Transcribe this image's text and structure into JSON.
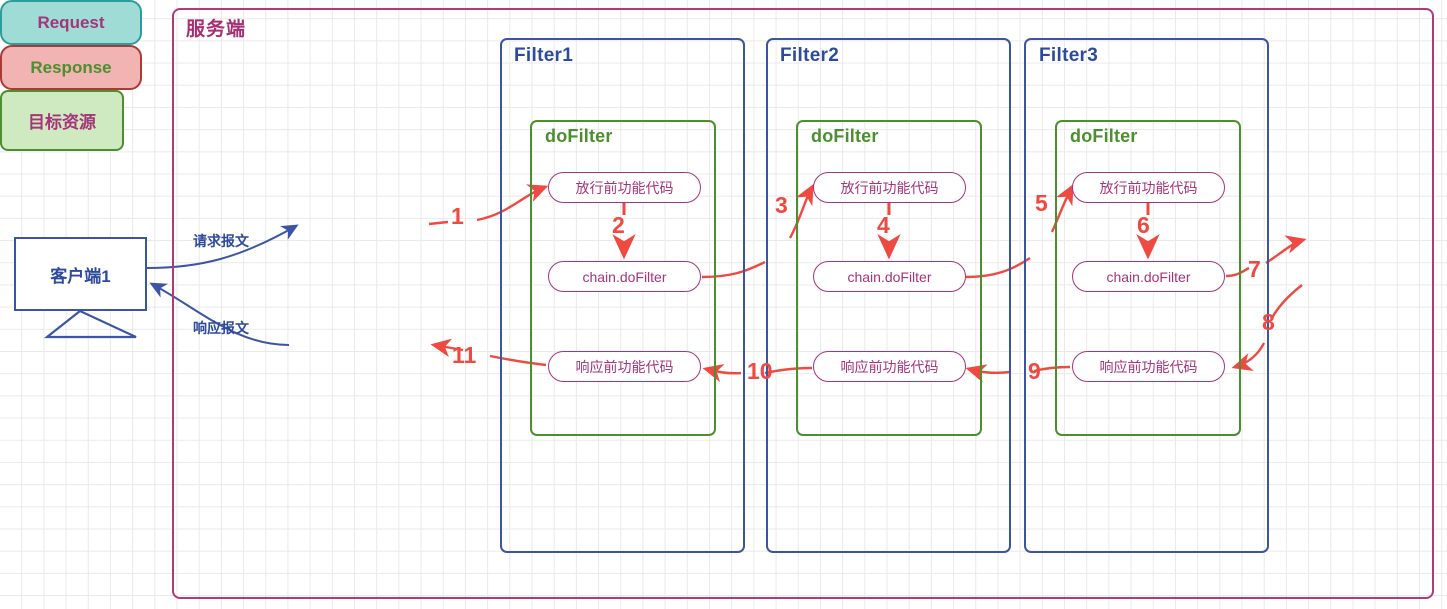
{
  "diagram": {
    "title": "Servlet Filter chain flow",
    "colors": {
      "grid": "#e9e9e9",
      "server_border": "#b03a7a",
      "filter_border": "#3b55a4",
      "dofilter_border": "#4b8f2e",
      "pill_border": "#a6347b",
      "step_number": "#ef4a42",
      "request_fill": "#9fdcd6",
      "request_border": "#2e9c9c",
      "response_fill": "#f2b4b2",
      "response_border": "#a83b36",
      "target_fill": "#cfeac0",
      "target_border": "#4b8f2e",
      "client_border": "#3b55a4",
      "edge_label": "#2e4b9b"
    }
  },
  "server": {
    "title": "服务端"
  },
  "client": {
    "label": "客户端1"
  },
  "messages": {
    "request_box": "Request",
    "response_box": "Response",
    "request_edge_label": "请求报文",
    "response_edge_label": "响应报文"
  },
  "target": {
    "label": "目标资源"
  },
  "filters": [
    {
      "title": "Filter1",
      "dofilter_title": "doFilter",
      "pre": "放行前功能代码",
      "chain": "chain.doFilter",
      "post": "响应前功能代码"
    },
    {
      "title": "Filter2",
      "dofilter_title": "doFilter",
      "pre": "放行前功能代码",
      "chain": "chain.doFilter",
      "post": "响应前功能代码"
    },
    {
      "title": "Filter3",
      "dofilter_title": "doFilter",
      "pre": "放行前功能代码",
      "chain": "chain.doFilter",
      "post": "响应前功能代码"
    }
  ],
  "steps": [
    {
      "n": "1",
      "from": "Request",
      "to": "Filter1.放行前功能代码"
    },
    {
      "n": "2",
      "from": "Filter1.放行前功能代码",
      "to": "Filter1.chain.doFilter"
    },
    {
      "n": "3",
      "from": "Filter1.chain.doFilter",
      "to": "Filter2.放行前功能代码"
    },
    {
      "n": "4",
      "from": "Filter2.放行前功能代码",
      "to": "Filter2.chain.doFilter"
    },
    {
      "n": "5",
      "from": "Filter2.chain.doFilter",
      "to": "Filter3.放行前功能代码"
    },
    {
      "n": "6",
      "from": "Filter3.放行前功能代码",
      "to": "Filter3.chain.doFilter"
    },
    {
      "n": "7",
      "from": "Filter3.chain.doFilter",
      "to": "目标资源"
    },
    {
      "n": "8",
      "from": "目标资源",
      "to": "Filter3.响应前功能代码"
    },
    {
      "n": "9",
      "from": "Filter3.响应前功能代码",
      "to": "Filter2.响应前功能代码"
    },
    {
      "n": "10",
      "from": "Filter2.响应前功能代码",
      "to": "Filter1.响应前功能代码"
    },
    {
      "n": "11",
      "from": "Filter1.响应前功能代码",
      "to": "Response"
    }
  ]
}
